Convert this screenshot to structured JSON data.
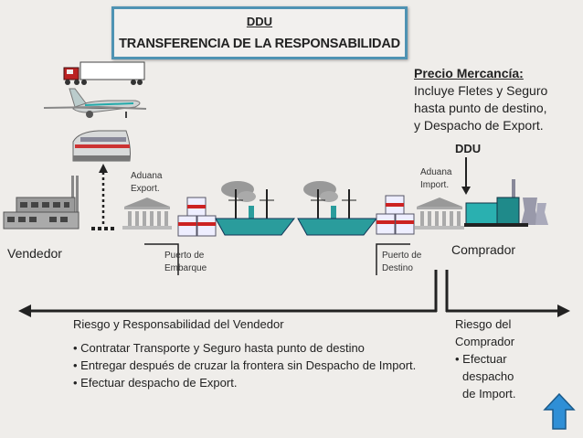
{
  "header": {
    "code": "DDU",
    "title": "TRANSFERENCIA DE LA RESPONSABILIDAD"
  },
  "price_note": {
    "heading": "Precio Mercancía:",
    "lines": [
      "Incluye Fletes y Seguro",
      "hasta punto de destino,",
      "y Despacho de Export."
    ]
  },
  "transfer_point_label": "DDU",
  "locations": {
    "seller": "Vendedor",
    "export_customs": [
      "Aduana",
      "Export."
    ],
    "port_of_loading": [
      "Puerto de",
      "Embarque"
    ],
    "port_of_destination": [
      "Puerto de",
      "Destino"
    ],
    "import_customs": [
      "Aduana",
      "Import."
    ],
    "buyer": "Comprador"
  },
  "seller_risk": {
    "heading": "Riesgo y Responsabilidad del Vendedor",
    "bullets": [
      "• Contratar Transporte y Seguro hasta punto de destino",
      "• Entregar después de cruzar la frontera sin Despacho de Import.",
      "• Efectuar despacho de Export."
    ]
  },
  "buyer_risk": {
    "heading": [
      "Riesgo del",
      "Comprador"
    ],
    "bullet": [
      "• Efectuar",
      "despacho",
      "de Import."
    ]
  },
  "colors": {
    "box_border": "#4f93b3",
    "ship": "#2a9c9c",
    "nav_button": "#2f8fd6"
  }
}
